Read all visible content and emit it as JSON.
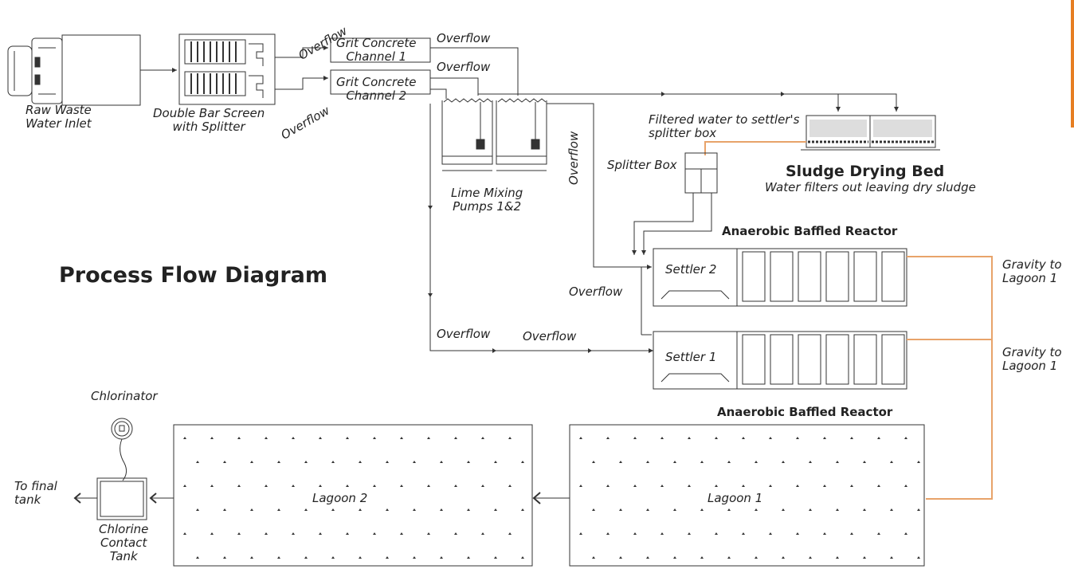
{
  "title": "Process Flow Diagram",
  "labels": {
    "raw_inlet": [
      "Raw Waste",
      "Water Inlet"
    ],
    "bar_screen": [
      "Double Bar Screen",
      "with Splitter"
    ],
    "grit1": [
      "Grit Concrete",
      "Channel 1"
    ],
    "grit2": [
      "Grit Concrete",
      "Channel 2"
    ],
    "lime": [
      "Lime Mixing",
      "Pumps 1&2"
    ],
    "filtered_water": [
      "Filtered water to settler's",
      "splitter box"
    ],
    "splitter_box": "Splitter Box",
    "sludge_bed_title": "Sludge Drying Bed",
    "sludge_bed_sub": "Water filters out leaving dry sludge",
    "abr_top": "Anaerobic Baffled Reactor",
    "abr_bottom": "Anaerobic Baffled Reactor",
    "settler2": "Settler 2",
    "settler1": "Settler 1",
    "gravity1": [
      "Gravity to",
      "Lagoon 1"
    ],
    "gravity2": [
      "Gravity to",
      "Lagoon 1"
    ],
    "chlorinator": "Chlorinator",
    "chlorine_tank": [
      "Chlorine",
      "Contact",
      "Tank"
    ],
    "to_final": [
      "To final",
      "tank"
    ],
    "lagoon2": "Lagoon 2",
    "lagoon1": "Lagoon 1",
    "overflow": "Overflow"
  },
  "colors": {
    "line": "#333333",
    "orange": "#e8a36a",
    "accent_bar": "#e67e22"
  }
}
